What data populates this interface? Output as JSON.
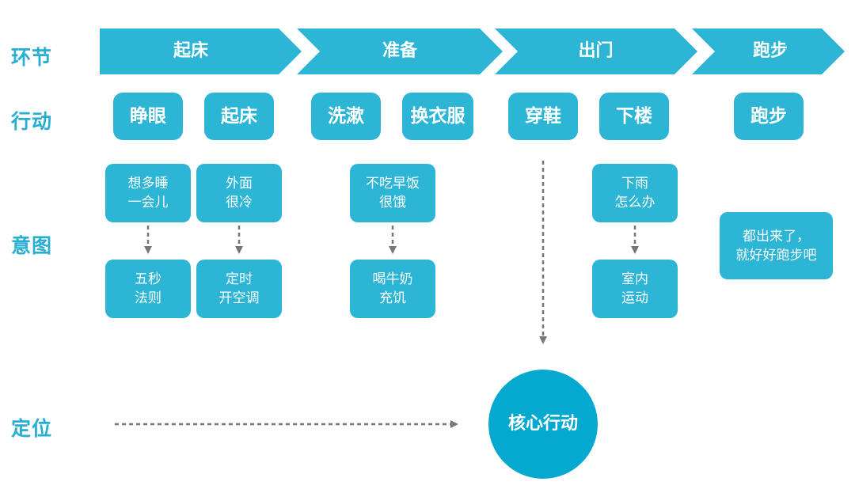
{
  "rows": {
    "stage": "环节",
    "action": "行动",
    "intent": "意图",
    "position": "定位"
  },
  "stages": [
    "起床",
    "准备",
    "出门",
    "跑步"
  ],
  "actions": [
    "睁眼",
    "起床",
    "洗漱",
    "换衣服",
    "穿鞋",
    "下楼",
    "跑步"
  ],
  "intents": {
    "more_sleep": [
      "想多睡",
      "一会儿"
    ],
    "cold_outside": [
      "外面",
      "很冷"
    ],
    "hungry": [
      "不吃早饭",
      "很饿"
    ],
    "rain": [
      "下雨",
      "怎么办"
    ],
    "go_run": [
      "都出来了，",
      "就好好跑步吧"
    ],
    "five_sec": [
      "五秒",
      "法则"
    ],
    "ac_timer": [
      "定时",
      "开空调"
    ],
    "milk": [
      "喝牛奶",
      "充饥"
    ],
    "indoor": [
      "室内",
      "运动"
    ]
  },
  "core": "核心行动",
  "colors": {
    "primary": "#2db5d6",
    "core": "#05a9cf",
    "label": "#27aed0",
    "arrow": "#777777"
  }
}
